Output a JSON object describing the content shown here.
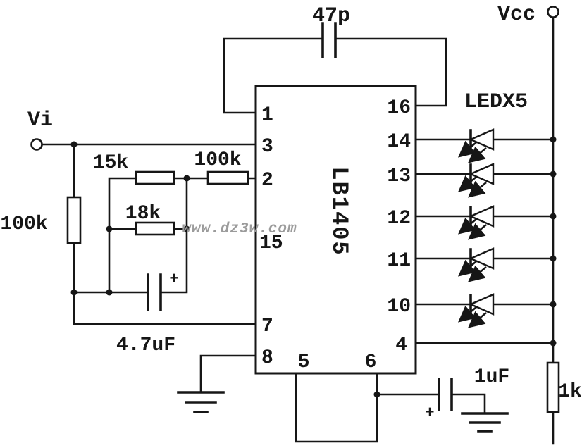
{
  "colors": {
    "line": "#161616",
    "background": "#ffffff",
    "watermark": "#9b9b9b"
  },
  "ic": {
    "name": "LB1405",
    "pins_left": [
      "1",
      "3",
      "2",
      "15",
      "7",
      "8"
    ],
    "pins_right": [
      "16",
      "14",
      "13",
      "12",
      "11",
      "10",
      "4"
    ],
    "pins_bottom": [
      "5",
      "6"
    ]
  },
  "terminals": {
    "input": "Vi",
    "supply": "Vcc"
  },
  "components": {
    "cap_top": "47p",
    "res_input_shunt": "100k",
    "res_15k": "15k",
    "res_18k": "18k",
    "res_feedback": "100k",
    "cap_input": "4.7uF",
    "cap_filter": "1uF",
    "res_load": "1k",
    "led_group": "LEDX5",
    "polarity_plus": "+"
  },
  "watermark": "www.dz3w.com"
}
